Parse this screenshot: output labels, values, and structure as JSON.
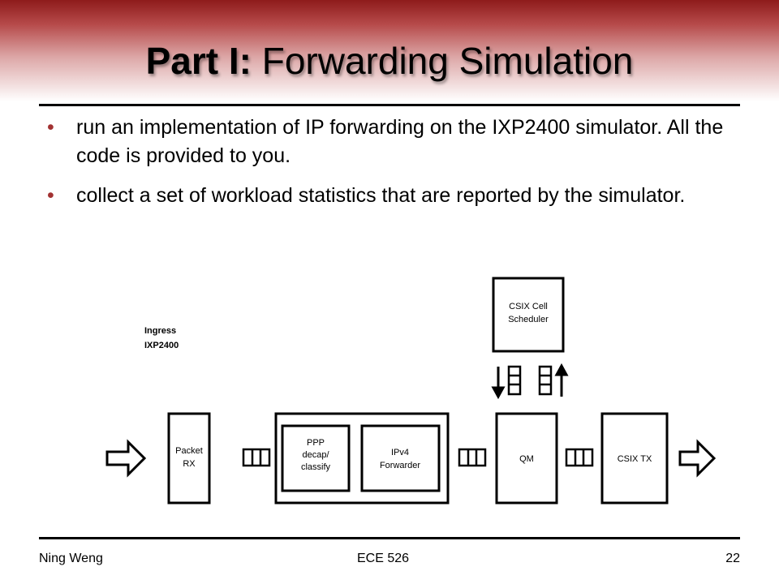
{
  "slide": {
    "title_bold": "Part I:",
    "title_rest": "Forwarding Simulation",
    "bullets": [
      "run an implementation of IP forwarding on the IXP2400 simulator. All the code is provided to you.",
      "collect a set of workload statistics that are reported by the simulator."
    ]
  },
  "diagram": {
    "ingress_label_1": "Ingress",
    "ingress_label_2": "IXP2400",
    "csix_sched_1": "CSIX Cell",
    "csix_sched_2": "Scheduler",
    "packet_rx_1": "Packet",
    "packet_rx_2": "RX",
    "ppp_1": "PPP",
    "ppp_2": "decap/",
    "ppp_3": "classify",
    "ipv4_1": "IPv4",
    "ipv4_2": "Forwarder",
    "qm": "QM",
    "csix_tx": "CSIX TX"
  },
  "footer": {
    "author": "Ning Weng",
    "course": "ECE 526",
    "page": "22"
  },
  "colors": {
    "header_red": "#8e1b1b",
    "bullet": "#a23232"
  }
}
